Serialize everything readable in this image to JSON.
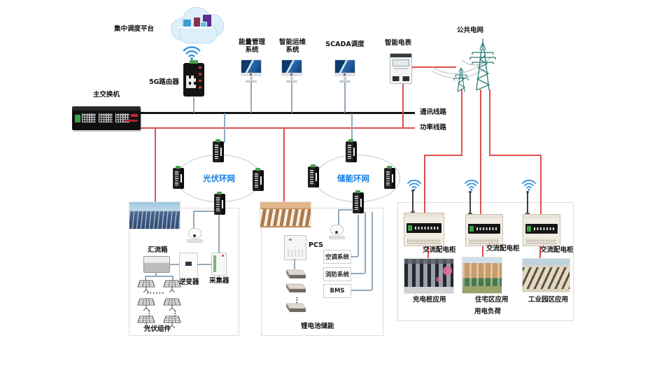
{
  "colors": {
    "comm_line": "#151515",
    "power_line": "#e05050",
    "connector_line": "#93a9bd",
    "ring_label": "#147de0",
    "tower": "#2c7a73",
    "wifi": "#2e8fd9",
    "led_green": "#46a24a"
  },
  "cloud_platform": {
    "label": "集中调度平台"
  },
  "router_5g": {
    "label": "5G路由器"
  },
  "main_switch": {
    "label": "主交换机"
  },
  "workstations": [
    {
      "line1": "能量管理",
      "line2": "系统"
    },
    {
      "line1": "智能运维",
      "line2": "系统"
    },
    {
      "line1": "SCADA调度",
      "line2": ""
    }
  ],
  "smart_meter": {
    "label": "智能电表"
  },
  "public_grid": {
    "label": "公共电网"
  },
  "bus": {
    "comm_label": "通讯线路",
    "power_label": "功率线路"
  },
  "pv_ring": {
    "label": "光伏环网"
  },
  "storage_ring": {
    "label": "储能环网"
  },
  "pv_station": {
    "combiner": "汇流箱",
    "inverter": "逆变器",
    "collector": "采集器",
    "modules": "光伏组件",
    "dots_h": "······",
    "dots_v": "···"
  },
  "storage_station": {
    "pcs": "PCS",
    "hvac": "空调系统",
    "fire": "消防系统",
    "bms": "BMS",
    "label": "锂电池储能",
    "dots_v": "···"
  },
  "load_section": {
    "cabinet_labels": [
      "交流配电柜",
      "交流配电柜",
      "交流配电柜"
    ],
    "app_labels": [
      "充电桩应用",
      "住宅区应用",
      "工业园区应用"
    ],
    "section_label": "用电负荷"
  }
}
